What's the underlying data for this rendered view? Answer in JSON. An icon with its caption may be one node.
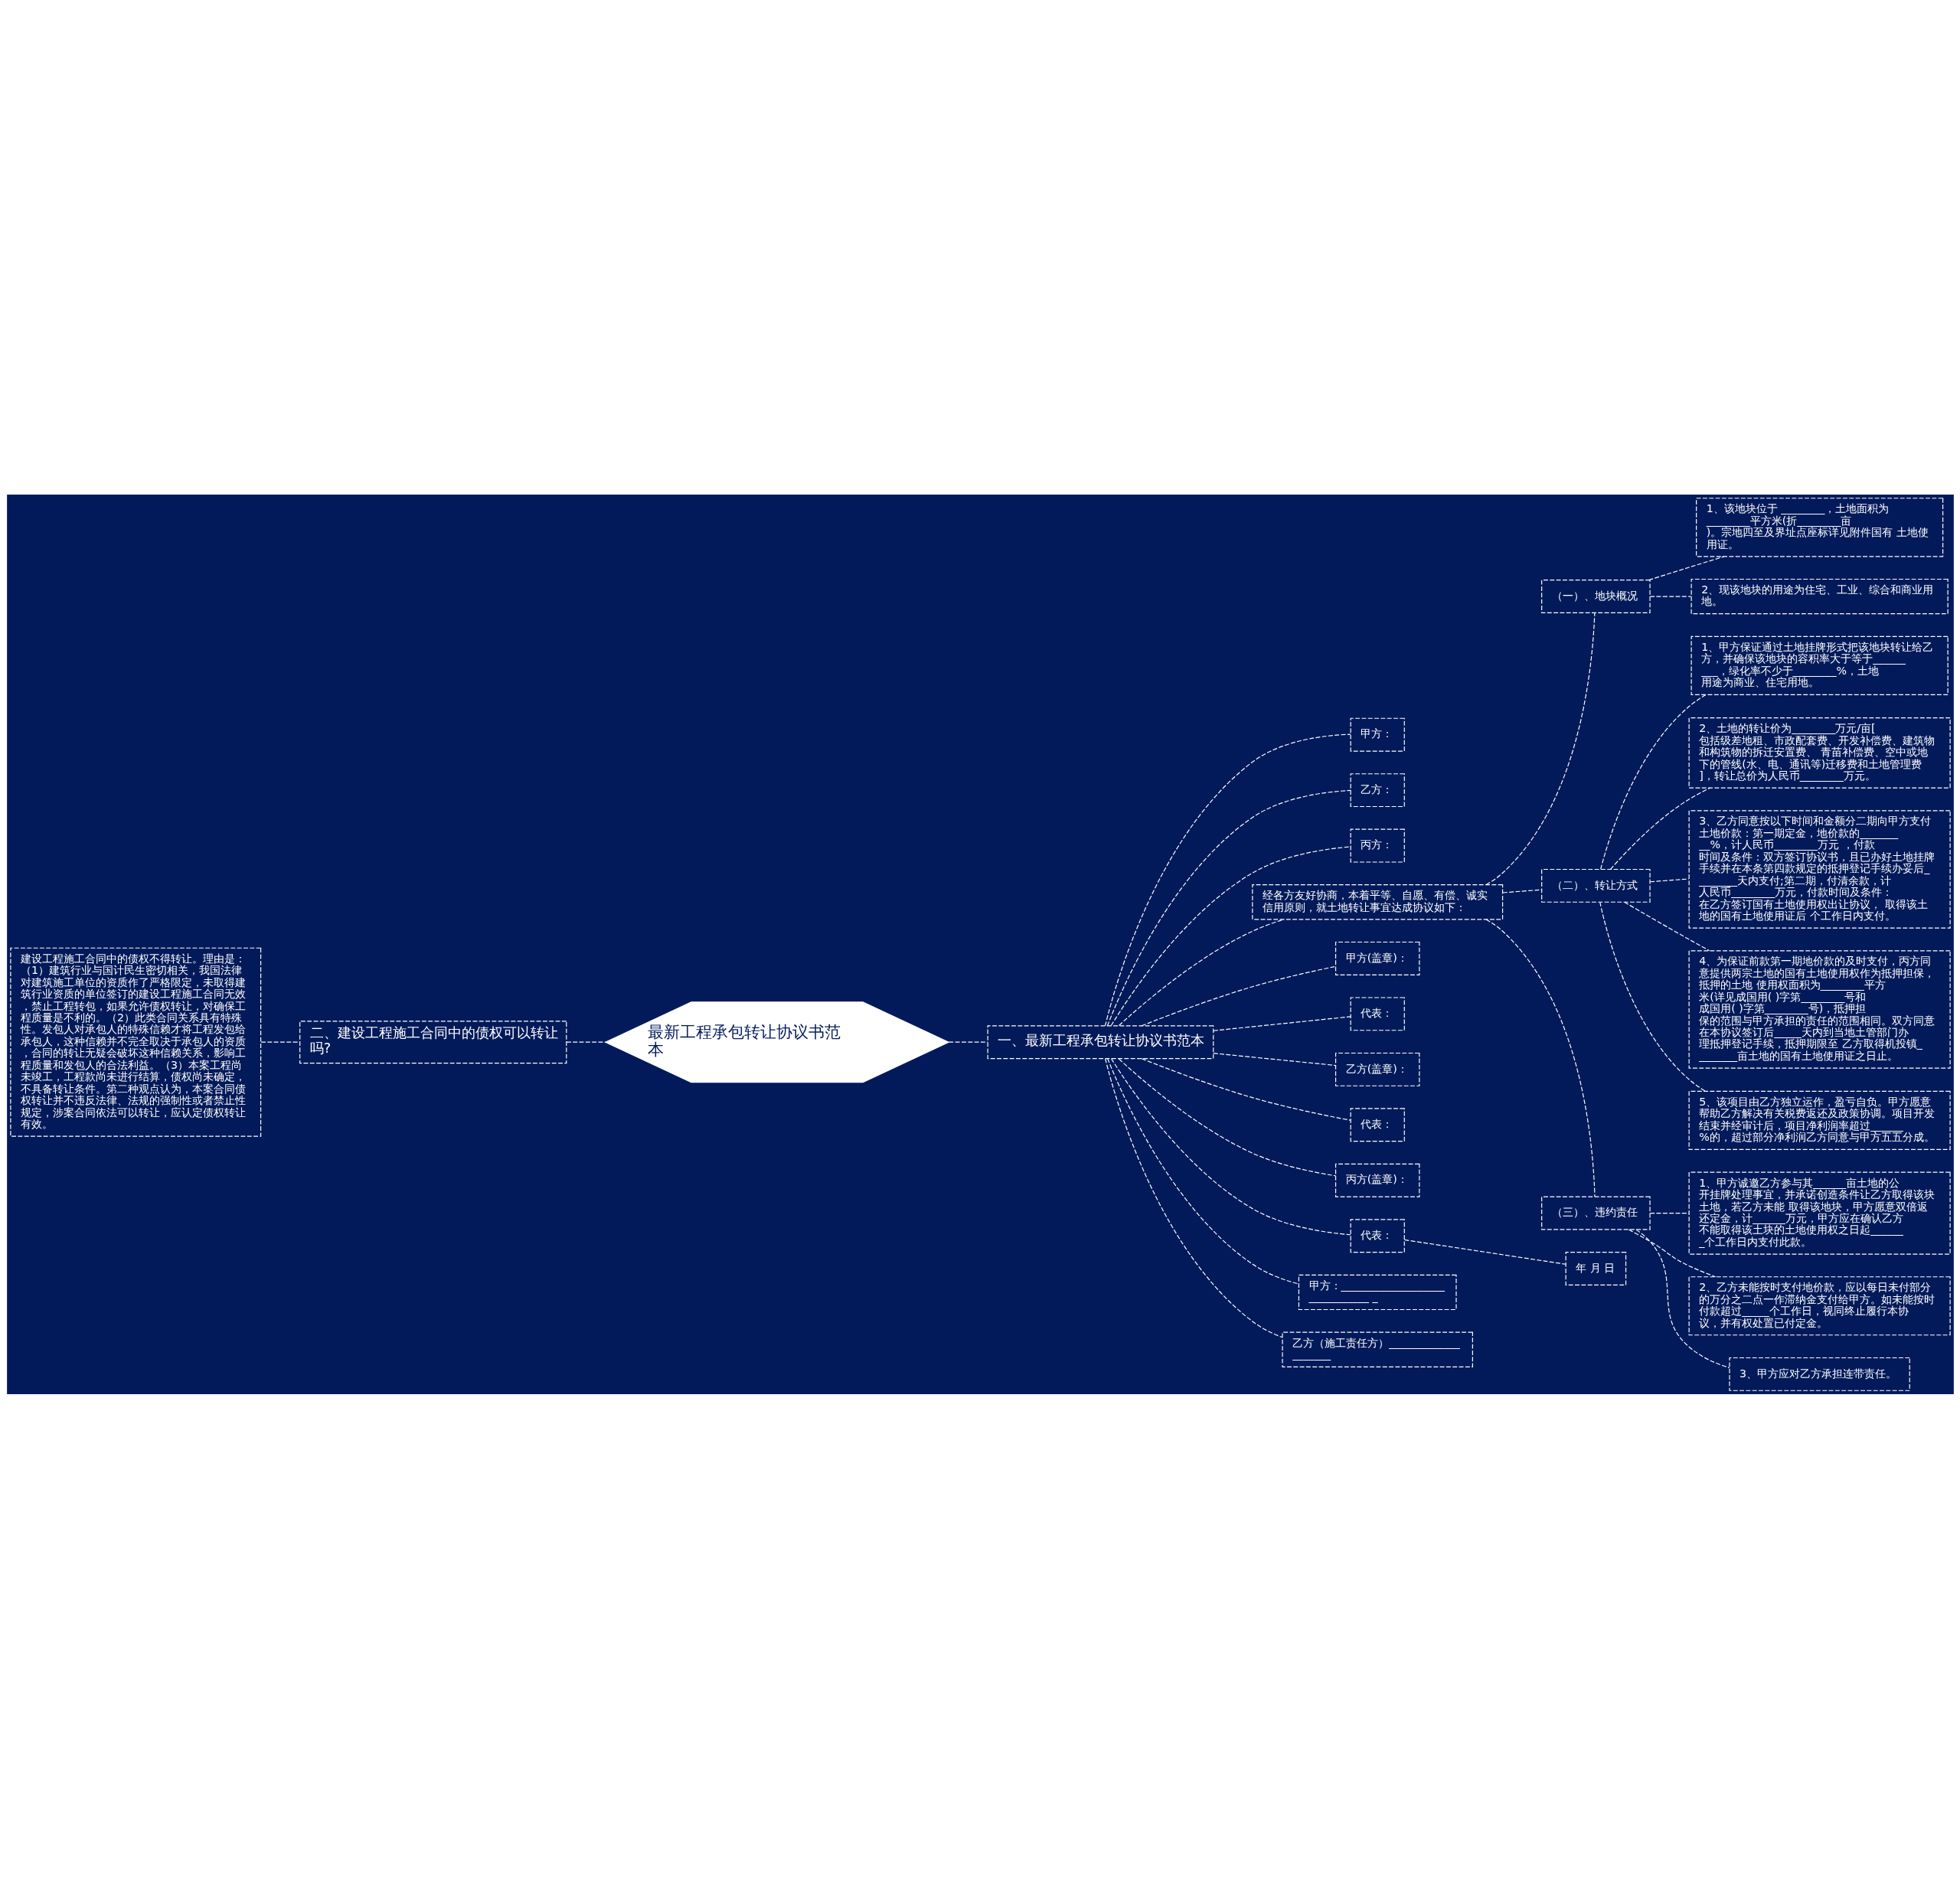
{
  "diagram": {
    "nodes": [
      {
        "text": [
          "最新工程承包转让协议书范本"
        ]
      },
      {
        "text": [
          "一、最新工程承包转让协议书范本"
        ]
      },
      {
        "text": [
          "甲方："
        ]
      },
      {
        "text": [
          "乙方："
        ]
      },
      {
        "text": [
          "丙方："
        ]
      },
      {
        "text": [
          "经各方友好协商，本着平等、自愿、有偿、诚实信用原则，就土地转让事宜达成协议如下："
        ]
      },
      {
        "text": [
          "（一）、地块概况"
        ]
      },
      {
        "text": [
          "1、该地块位于 ________，土地面积为________平方米(折________亩)。宗地四至及界址点座标详见附件国有 土地使用证。"
        ]
      },
      {
        "text": [
          "2、现该地块的用途为住宅、工业、综合和商业用地。"
        ]
      },
      {
        "text": [
          "（二）、转让方式"
        ]
      },
      {
        "text": [
          "1、甲方保证通过土地挂牌形式把该地块转让给乙方，并确保该地块的容积率大于等于_________，绿化率不少于________%，土地用途为商业、住宅用地。"
        ]
      },
      {
        "text": [
          "2、土地的转让价为________万元/亩[包括级差地租、市政配套费、开发补偿费、建筑物和构筑物的拆迁安置费、 青苗补偿费、空中或地下的管线(水、电、通讯等)迁移费和土地管理费]，转让总价为人民币________万元。"
        ]
      },
      {
        "text": [
          "3、乙方同意按以下时间和金额分二期向甲方支付土地价款：第一期定金，地价款的_________%，计人民币________万元 ，付款时间及条件：双方签订协议书，且已办好土地挂牌手续并在本条第四款规定的抵押登记手续办妥后________天内支付;第二期，付清余款，计人民币________万元，付款时间及条件：在乙方签订国有土地使用权出让协议， 取得该土地的国有土地使用证后 个工作日内支付。"
        ]
      },
      {
        "text": [
          "4、为保证前款第一期地价款的及时支付，丙方同意提供两宗土地的国有土地使用权作为抵押担保，抵押的土地 使用权面积为________平方米(详见成国用( )字第________号和成国用( )字第________号)，抵押担保的范围与甲方承担的责任的范围相同。双方同意在本协议签订后_____天内到当地土管部门办理抵押登记手续，抵押期限至 乙方取得机投镇________亩土地的国有土地使用证之日止。"
        ]
      },
      {
        "text": [
          "5、该项目由乙方独立运作，盈亏自负。甲方愿意帮助乙方解决有关税费返还及政策协调。项目开发结束并经审计后，项目净利润率超过______%的，超过部分净利润乙方同意与甲方五五分成。"
        ]
      },
      {
        "text": [
          "（三）、违约责任"
        ]
      },
      {
        "text": [
          "1、甲方诚邀乙方参与其______亩土地的公开挂牌处理事宜，并承诺创造条件让乙方取得该块土地，若乙方未能 取得该地块，甲方愿意双倍返还定金，计______万元，甲方应在确认乙方不能取得该土块的土地使用权之日起_______个工作日内支付此款。"
        ]
      },
      {
        "text": [
          "2、乙方未能按时支付地价款，应以每日未付部分的万分之二点一作滞纳金支付给甲方。如未能按时付款超过_____个工作日，视同终止履行本协议，并有权处置已付定金。"
        ]
      },
      {
        "text": [
          "3、甲方应对乙方承担连带责任。"
        ]
      },
      {
        "text": [
          "甲方(盖章)："
        ]
      },
      {
        "text": [
          "代表："
        ]
      },
      {
        "text": [
          "乙方(盖章)："
        ]
      },
      {
        "text": [
          "代表："
        ]
      },
      {
        "text": [
          "丙方(盖章)："
        ]
      },
      {
        "text": [
          "代表："
        ]
      },
      {
        "text": [
          "年 月 日"
        ]
      },
      {
        "text": [
          "甲方：______________________________ _"
        ]
      },
      {
        "text": [
          "乙方（施工责任方）____________________"
        ]
      },
      {
        "text": [
          "二、建设工程施工合同中的债权可以转让吗?"
        ]
      },
      {
        "text": [
          "建设工程施工合同中的债权不得转让。理由是：（1）建筑行业与国计民生密切相关，我国法律对建筑施工单位的资质作了严格限定，未取得建筑行业资质的单位签订的建设工程施工合同无效，禁止工程转包，如果允许债权转让，对确保工程质量是不利的。（2）此类合同关系具有特殊性。发包人对承包人的特殊信赖才将工程发包给承包人，这种信赖并不完全取决于承包人的资质，合同的转让无疑会破坏这种信赖关系，影响工程质量和发包人的合法利益。（3）本案工程尚未竣工，工程款尚未进行结算，债权尚未确定，不具备转让条件。第二种观点认为，本案合同债权转让并不违反法律、法规的强制性或者禁止性规定，涉案合同依法可以转让，应认定债权转让有效。"
        ]
      }
    ],
    "edges": [
      {
        "from": 0,
        "to": 1,
        "arrow": "none",
        "style": "dashed"
      },
      {
        "from": 1,
        "to": 2,
        "arrow": "none",
        "style": "dashed"
      },
      {
        "from": 1,
        "to": 3,
        "arrow": "none",
        "style": "dashed"
      },
      {
        "from": 1,
        "to": 4,
        "arrow": "none",
        "style": "dashed"
      },
      {
        "from": 1,
        "to": 5,
        "arrow": "none",
        "style": "dashed"
      },
      {
        "from": 5,
        "to": 6,
        "arrow": "none",
        "style": "dashed"
      },
      {
        "from": 6,
        "to": 7,
        "arrow": "none",
        "style": "dashed"
      },
      {
        "from": 6,
        "to": 8,
        "arrow": "none",
        "style": "dashed"
      },
      {
        "from": 5,
        "to": 9,
        "arrow": "none",
        "style": "dashed"
      },
      {
        "from": 9,
        "to": 10,
        "arrow": "none",
        "style": "dashed"
      },
      {
        "from": 9,
        "to": 11,
        "arrow": "none",
        "style": "dashed"
      },
      {
        "from": 9,
        "to": 12,
        "arrow": "none",
        "style": "dashed"
      },
      {
        "from": 9,
        "to": 13,
        "arrow": "none",
        "style": "dashed"
      },
      {
        "from": 9,
        "to": 14,
        "arrow": "none",
        "style": "dashed"
      },
      {
        "from": 5,
        "to": 15,
        "arrow": "none",
        "style": "dashed"
      },
      {
        "from": 15,
        "to": 16,
        "arrow": "none",
        "style": "dashed"
      },
      {
        "from": 15,
        "to": 17,
        "arrow": "none",
        "style": "dashed"
      },
      {
        "from": 15,
        "to": 18,
        "arrow": "none",
        "style": "dashed"
      },
      {
        "from": 1,
        "to": 19,
        "arrow": "none",
        "style": "dashed"
      },
      {
        "from": 1,
        "to": 20,
        "arrow": "none",
        "style": "dashed"
      },
      {
        "from": 1,
        "to": 21,
        "arrow": "none",
        "style": "dashed"
      },
      {
        "from": 1,
        "to": 22,
        "arrow": "none",
        "style": "dashed"
      },
      {
        "from": 1,
        "to": 23,
        "arrow": "none",
        "style": "dashed"
      },
      {
        "from": 1,
        "to": 24,
        "arrow": "none",
        "style": "dashed"
      },
      {
        "from": 24,
        "to": 25,
        "arrow": "none",
        "style": "dashed"
      },
      {
        "from": 1,
        "to": 26,
        "arrow": "none",
        "style": "dashed"
      },
      {
        "from": 1,
        "to": 27,
        "arrow": "none",
        "style": "dashed"
      },
      {
        "from": 0,
        "to": 28,
        "arrow": "none",
        "style": "dashed"
      },
      {
        "from": 28,
        "to": 29,
        "arrow": "none",
        "style": "dashed"
      }
    ]
  }
}
